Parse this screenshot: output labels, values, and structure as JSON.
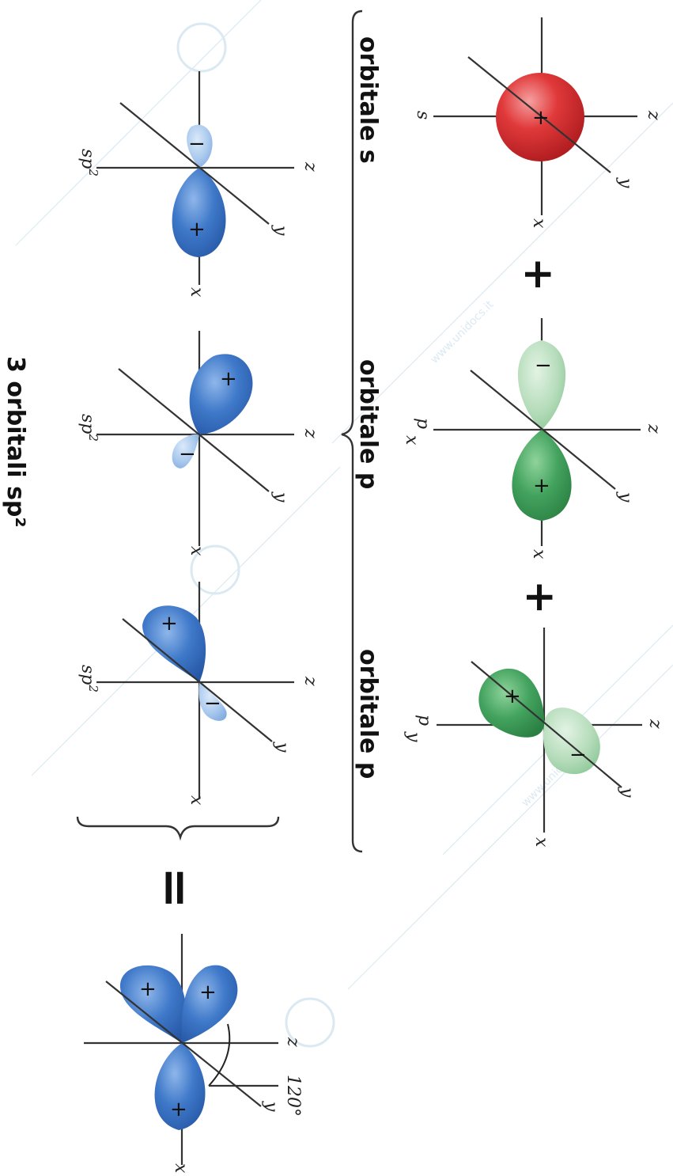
{
  "labels": {
    "orbital_s": "orbitale s",
    "orbital_p1": "orbitale p",
    "orbital_p2": "orbitale p",
    "hybrid_title": "3 orbitali sp²",
    "s_name": "s",
    "px_name": "p",
    "px_sub": "x",
    "py_name": "p",
    "py_sub": "y",
    "sp2_base": "sp",
    "sp2_sup": "2",
    "angle": "120°"
  },
  "axes": {
    "x": "x",
    "y": "y",
    "z": "z"
  },
  "operators": {
    "plus": "+",
    "equals": "="
  },
  "signs": {
    "positive": "+",
    "negative": "−"
  },
  "watermark": {
    "text": "www.unidocs.it",
    "logo": "unidocs-logo-icon"
  },
  "colors": {
    "s_orbital": "#e0393a",
    "p_orbital": "#43a35e",
    "p_orbital_light": "#b5dcba",
    "sp2_orbital": "#3f79c9",
    "sp2_orbital_light": "#a9c9ee"
  }
}
